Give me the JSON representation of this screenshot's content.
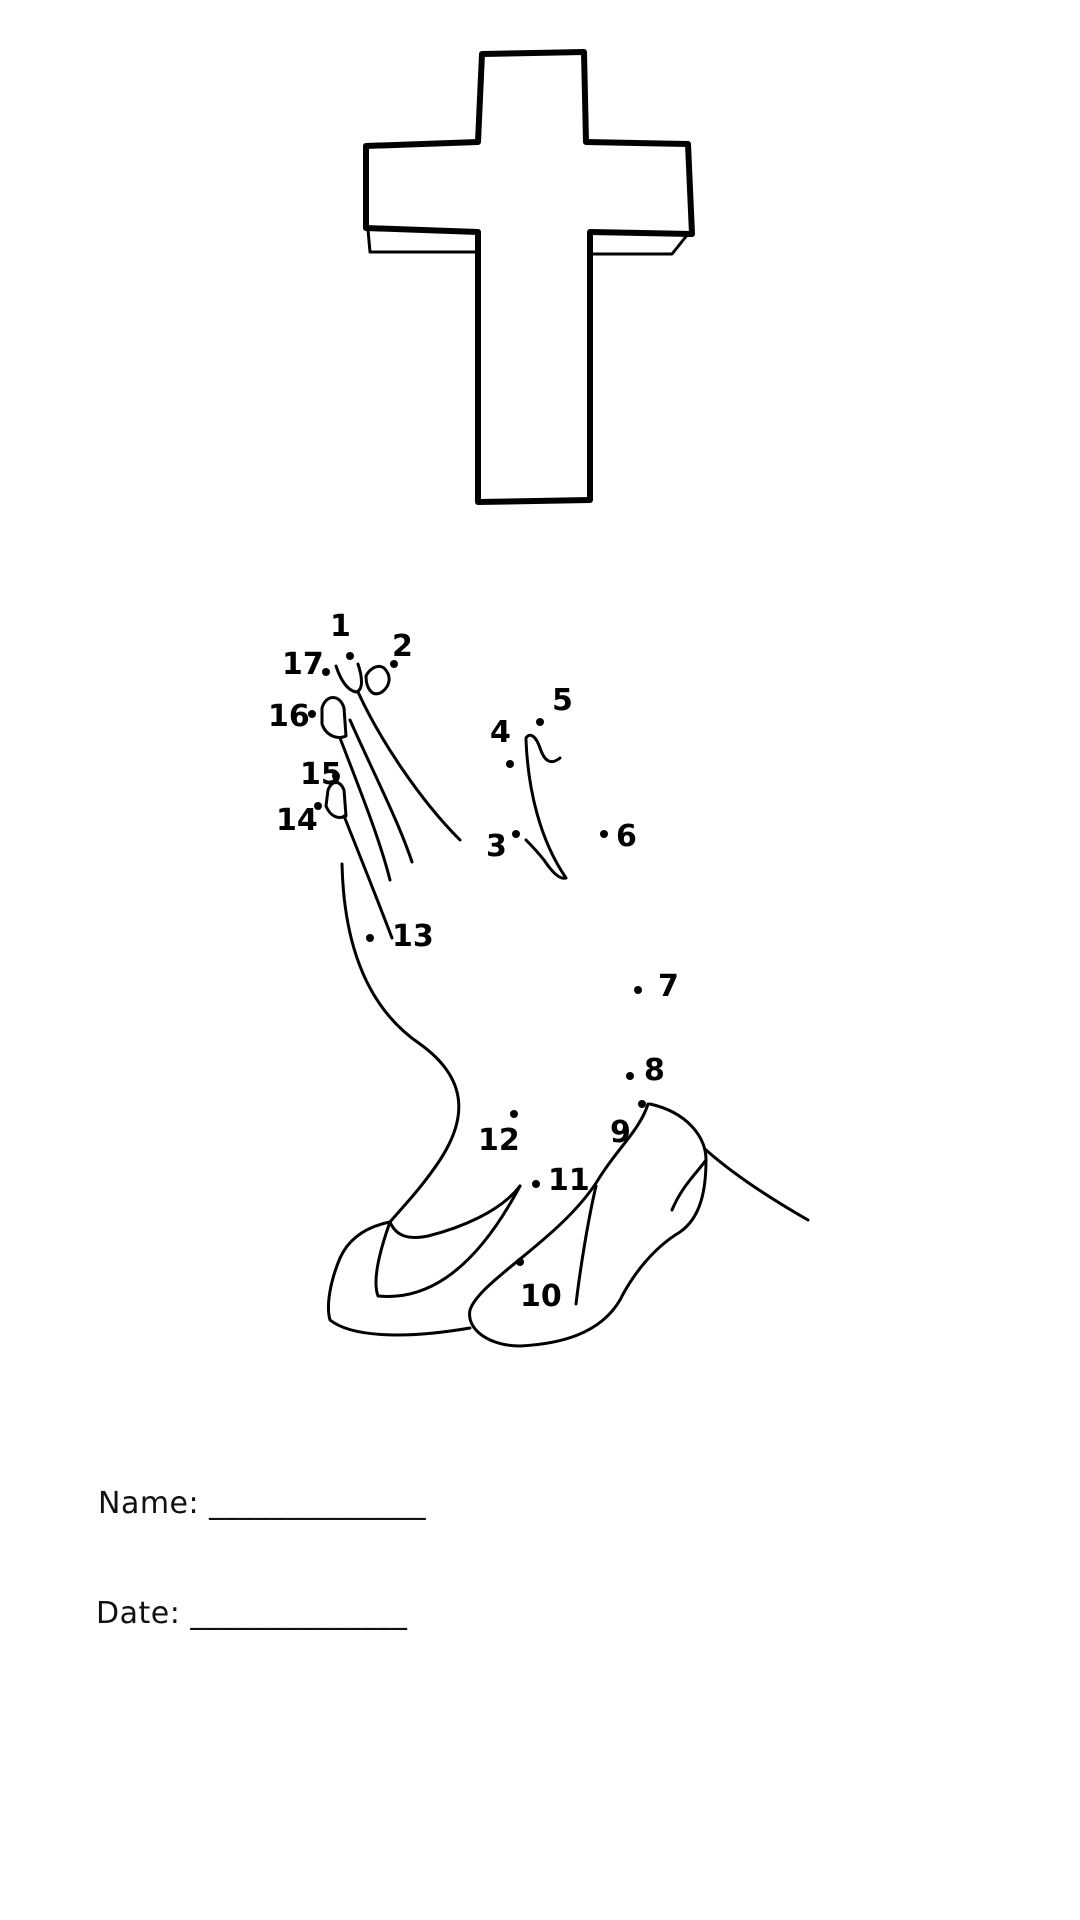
{
  "worksheet": {
    "dots": [
      {
        "n": "1"
      },
      {
        "n": "2"
      },
      {
        "n": "3"
      },
      {
        "n": "4"
      },
      {
        "n": "5"
      },
      {
        "n": "6"
      },
      {
        "n": "7"
      },
      {
        "n": "8"
      },
      {
        "n": "9"
      },
      {
        "n": "10"
      },
      {
        "n": "11"
      },
      {
        "n": "12"
      },
      {
        "n": "13"
      },
      {
        "n": "14"
      },
      {
        "n": "15"
      },
      {
        "n": "16"
      },
      {
        "n": "17"
      }
    ],
    "name_label": "Name: ______________",
    "date_label": "Date: ______________"
  }
}
